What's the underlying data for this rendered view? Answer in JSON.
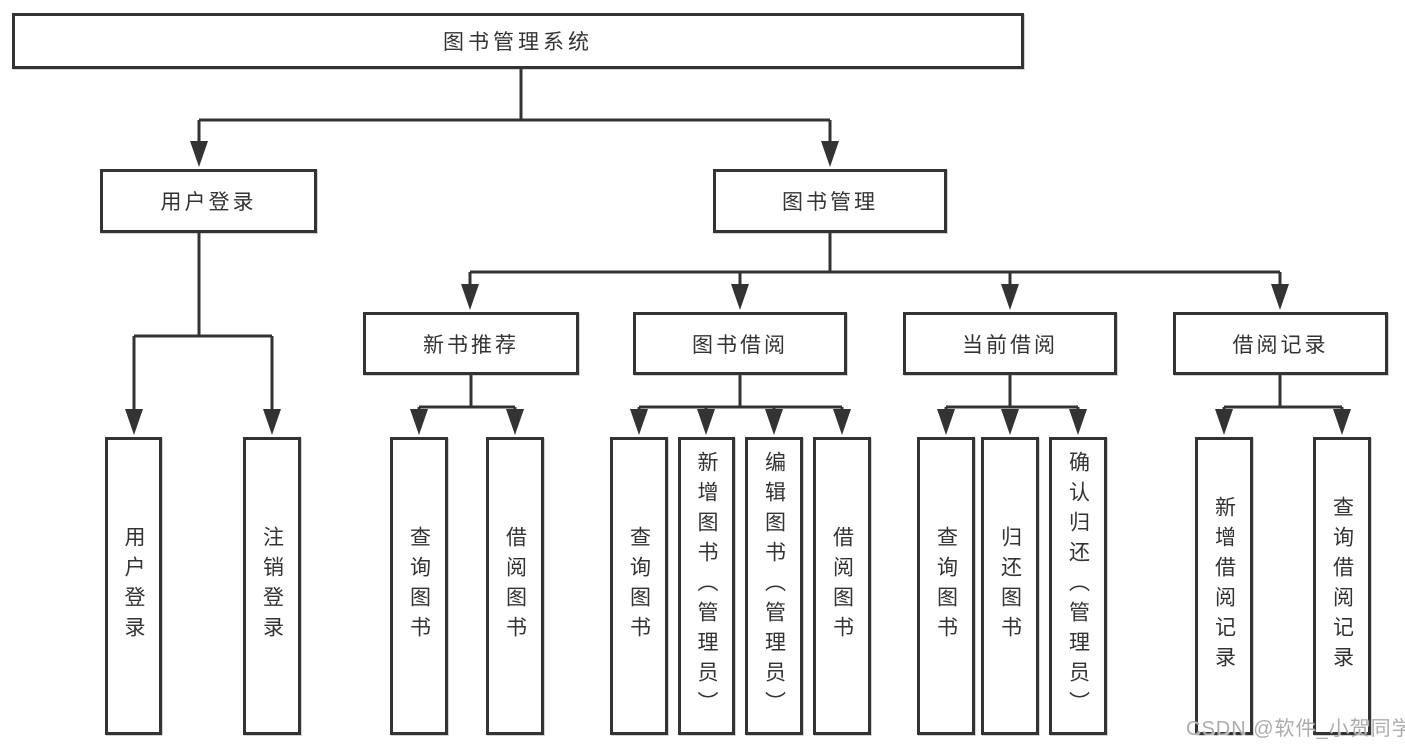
{
  "tree": {
    "label": "图书管理系统",
    "children": [
      {
        "label": "用户登录",
        "children": [
          {
            "label": "用户登录"
          },
          {
            "label": "注销登录"
          }
        ]
      },
      {
        "label": "图书管理",
        "children": [
          {
            "label": "新书推荐",
            "children": [
              {
                "label": "查询图书"
              },
              {
                "label": "借阅图书"
              }
            ]
          },
          {
            "label": "图书借阅",
            "children": [
              {
                "label": "查询图书"
              },
              {
                "label": "新增图书（管理员）"
              },
              {
                "label": "编辑图书（管理员）"
              },
              {
                "label": "借阅图书"
              }
            ]
          },
          {
            "label": "当前借阅",
            "children": [
              {
                "label": "查询图书"
              },
              {
                "label": "归还图书"
              },
              {
                "label": "确认归还（管理员）"
              }
            ]
          },
          {
            "label": "借阅记录",
            "children": [
              {
                "label": "新增借阅记录"
              },
              {
                "label": "查询借阅记录"
              }
            ]
          }
        ]
      }
    ]
  },
  "watermark": "CSDN @软件_小贺同学",
  "colors": {
    "line": "#333333",
    "box_border": "#333333",
    "text": "#333333",
    "background": "#ffffff",
    "watermark": "#a8a8a8"
  }
}
